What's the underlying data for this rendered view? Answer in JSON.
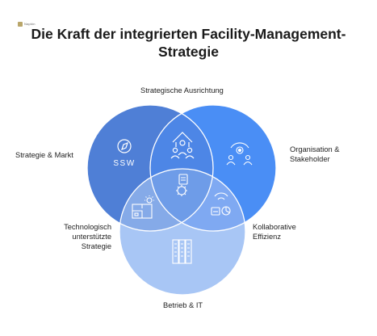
{
  "logo": {
    "text": "Napkin"
  },
  "title": {
    "line1": "Die Kraft der integrierten Facility-Management-",
    "line2": "Strategie"
  },
  "labels": {
    "top": "Strategische Ausrichtung",
    "left": "Strategie & Markt",
    "right_line1": "Organisation &",
    "right_line2": "Stakeholder",
    "lower_left_line1": "Technologisch",
    "lower_left_line2": "unterstützte",
    "lower_left_line3": "Strategie",
    "lower_right_line1": "Kollaborative",
    "lower_right_line2": "Effizienz",
    "bottom": "Betrieb & IT"
  },
  "circles": {
    "left": {
      "name": "Strategie & Markt",
      "color": "#4f7fd6",
      "icon": "compass-icon",
      "icon_text": "SSW"
    },
    "right": {
      "name": "Organisation & Stakeholder",
      "color": "#4a8ef5",
      "icon": "people-network-icon"
    },
    "bottom": {
      "name": "Betrieb & IT",
      "color": "#a8c6f5",
      "icon": "server-rack-icon"
    }
  },
  "intersections": {
    "left_right": {
      "icon": "team-growth-icon"
    },
    "left_bottom": {
      "icon": "smart-building-icon"
    },
    "right_bottom": {
      "icon": "collaboration-chart-icon"
    },
    "center": {
      "icon": "gear-document-icon"
    }
  }
}
